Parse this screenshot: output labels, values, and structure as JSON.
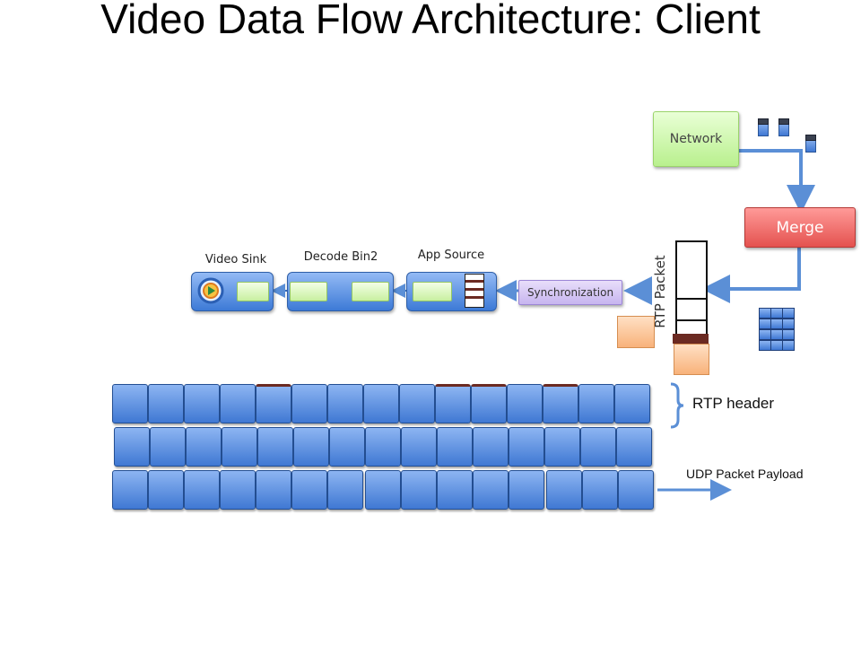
{
  "title": "Video Data Flow Architecture: Client",
  "colors": {
    "network": "#b9f08e",
    "merge": "#e4524f",
    "synchronization": "#c7b5ef",
    "pipeline": "#3d7ad6",
    "packet": "#3f78d3",
    "rtp_header_mark": "#6b2a22",
    "arrow": "#5b8fd6"
  },
  "nodes": {
    "network": "Network",
    "merge": "Merge",
    "synchronization": "Synchronization"
  },
  "pipeline": {
    "video_sink": "Video Sink",
    "decode_bin": "Decode Bin2",
    "app_source": "App Source",
    "player_icon": "media-player-icon"
  },
  "labels": {
    "rtp_packet": "RTP Packet",
    "rtp_header": "RTP header",
    "udp_payload": "UDP Packet Payload"
  },
  "packet_grid": {
    "rows": 3,
    "columns": 15
  }
}
